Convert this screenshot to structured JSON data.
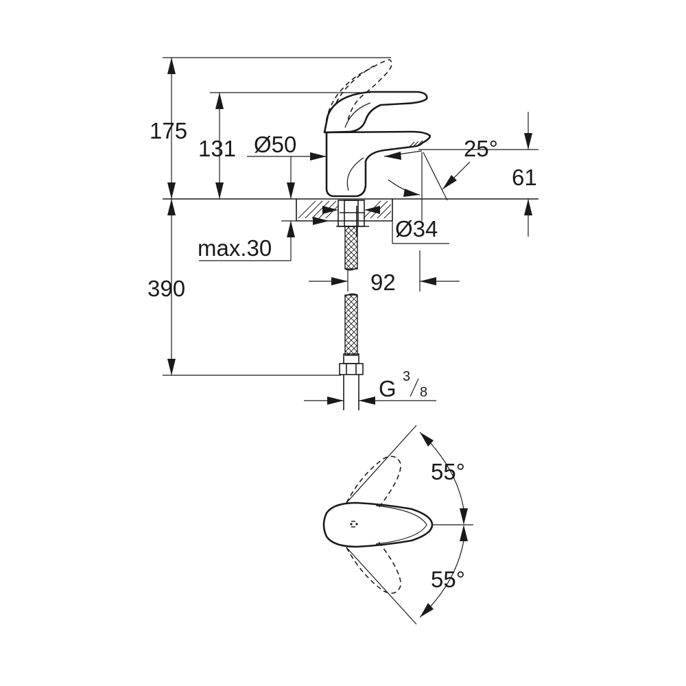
{
  "dimensions": {
    "overall_height": "175",
    "body_height": "131",
    "body_diameter": "Ø50",
    "spout_angle": "25°",
    "spout_height": "61",
    "hole_diameter": "Ø34",
    "max_thickness": "max.30",
    "hose_length": "390",
    "projection": "92",
    "thread_letter": "G",
    "thread_num": "3",
    "thread_den": "8",
    "rotation_left": "55°",
    "rotation_right": "55°"
  }
}
